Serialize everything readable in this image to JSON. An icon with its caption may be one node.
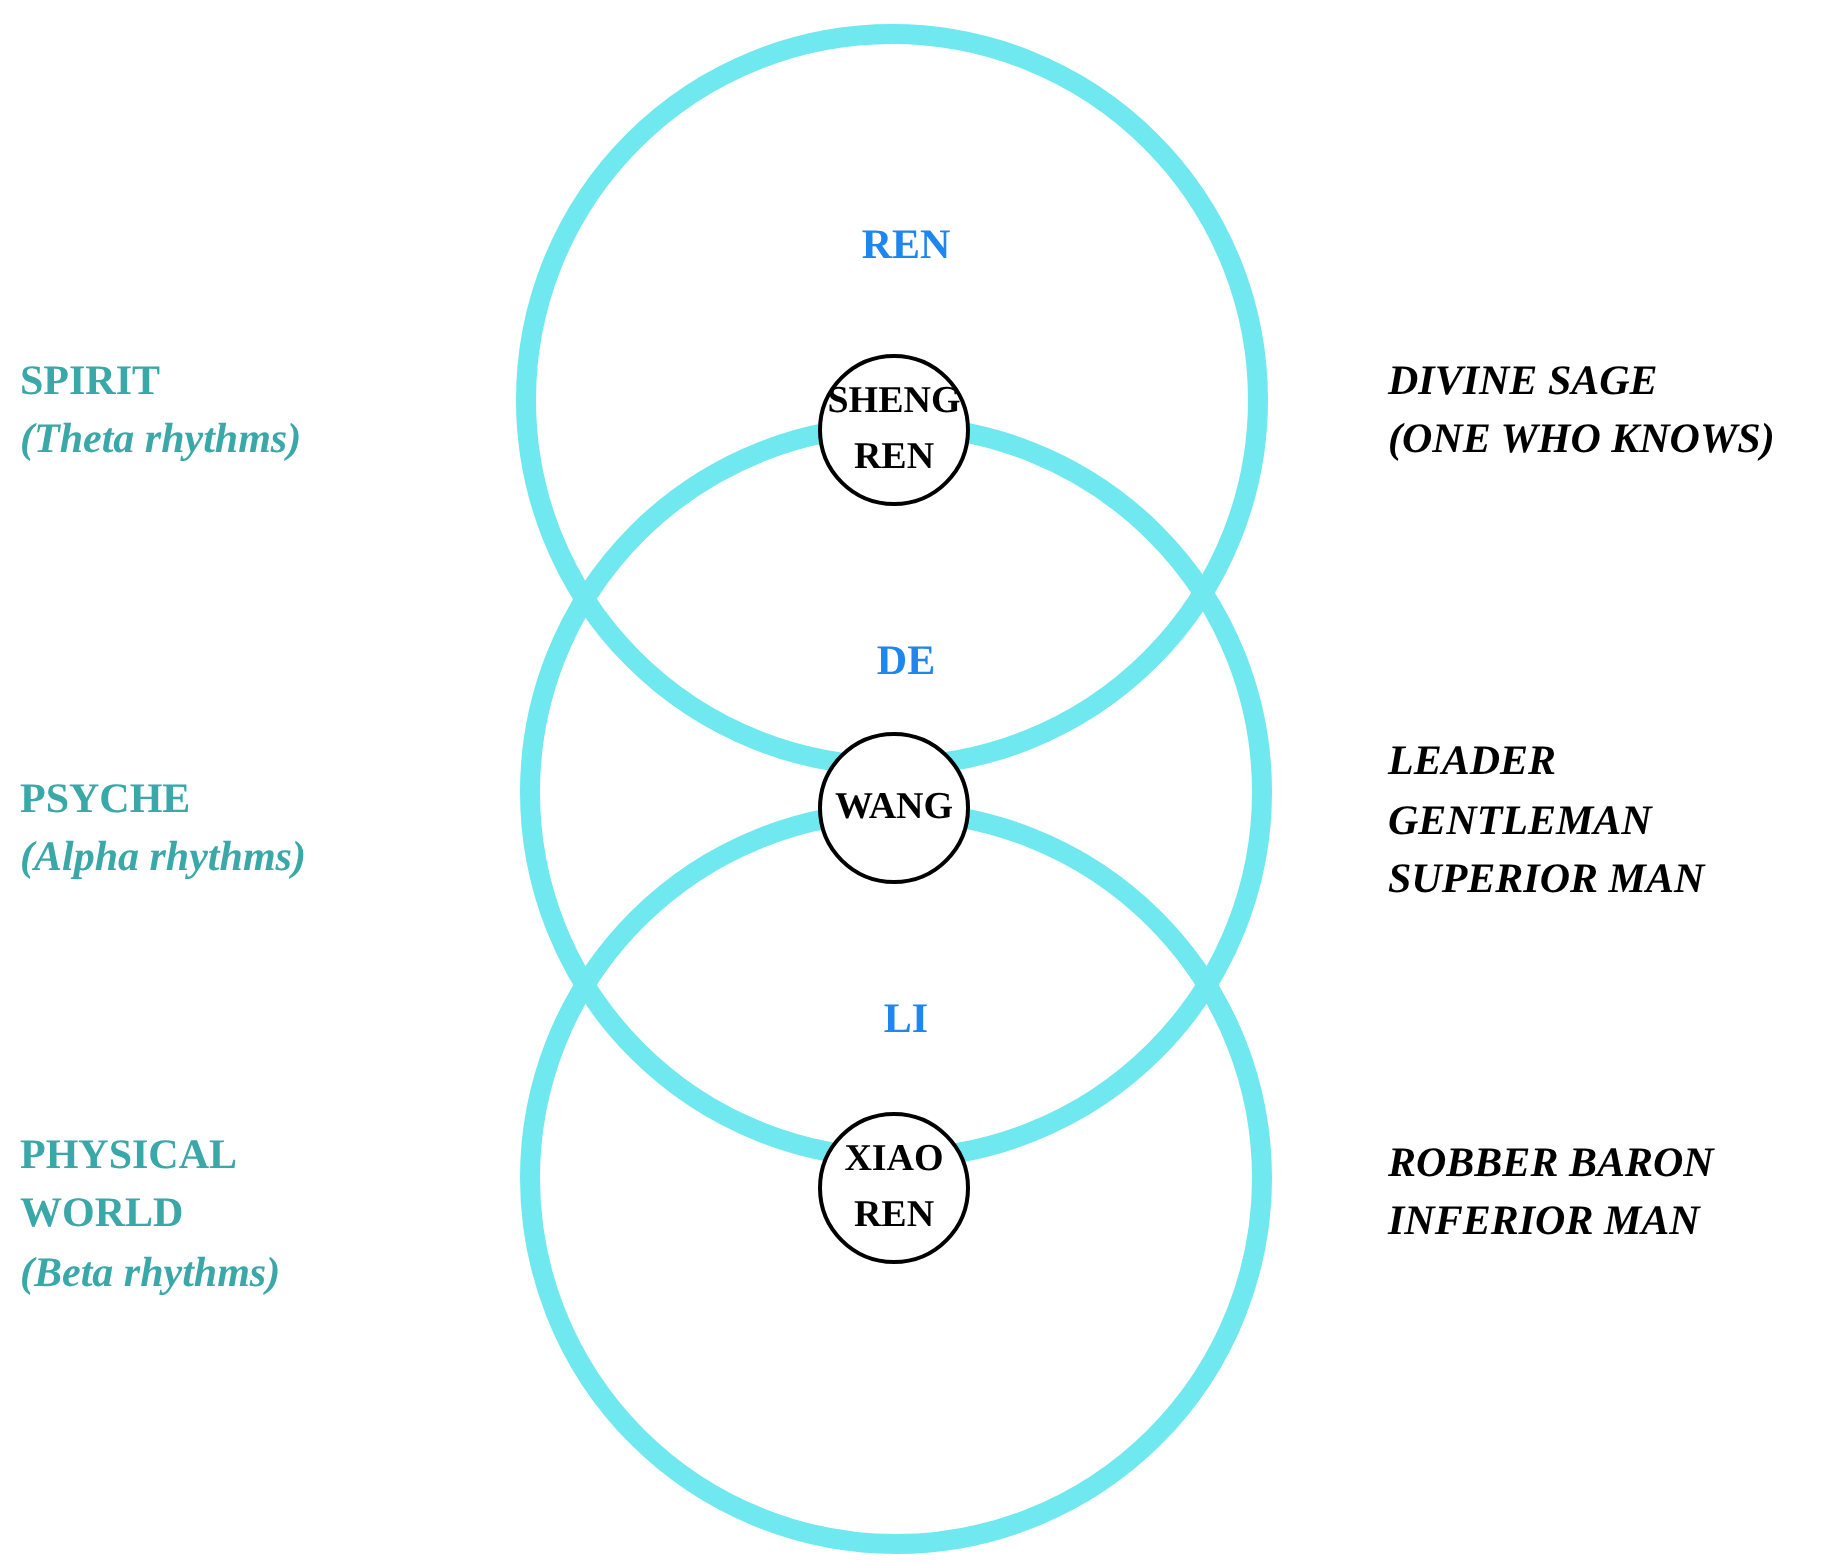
{
  "diagram": {
    "nodes": [
      {
        "text": [
          "SHENG REN"
        ]
      },
      {
        "text": [
          "WANG"
        ]
      },
      {
        "text": [
          "XIAO REN"
        ]
      }
    ],
    "labels": [
      "REN",
      "SPIRIT",
      "(Theta rhythms)",
      "DIVINE SAGE",
      "(ONE WHO KNOWS)",
      "DE",
      "PSYCHE",
      "(Alpha rhythms)",
      "LEADER",
      "GENTLEMAN",
      "SUPERIOR MAN",
      "LI",
      "PHYSICAL WORLD",
      "(Beta rhythms)",
      "ROBBER BARON",
      "INFERIOR MAN"
    ]
  }
}
